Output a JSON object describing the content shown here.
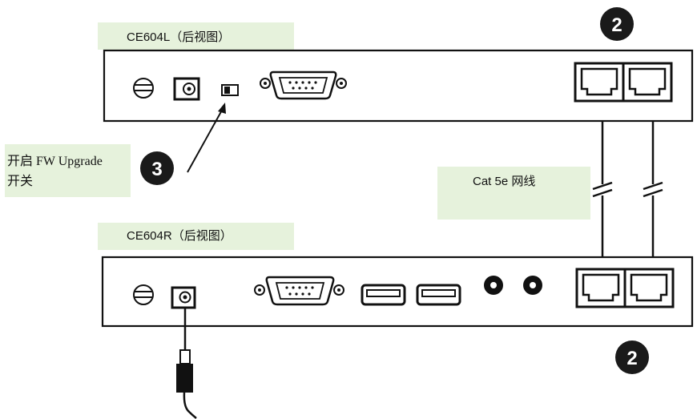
{
  "labels": {
    "top_unit": "CE604L（后视图）",
    "bottom_unit": "CE604R（后视图）",
    "switch_note_line1": "开启 FW Upgrade",
    "switch_note_line2": "开关",
    "cable": "Cat 5e 网线"
  },
  "callouts": {
    "top_ports": "2",
    "bottom_ports": "2",
    "switch": "3"
  },
  "colors": {
    "label_bg": "#e6f2dc",
    "line": "#111111",
    "callout_bg": "#1a1a1a",
    "callout_text": "#ffffff"
  },
  "icons": [
    "ground-icon",
    "power-jack-icon",
    "dip-switch-icon",
    "db9-port-icon",
    "usb-port-icon",
    "audio-jack-icon",
    "rj45-port-icon",
    "power-plug-icon"
  ]
}
